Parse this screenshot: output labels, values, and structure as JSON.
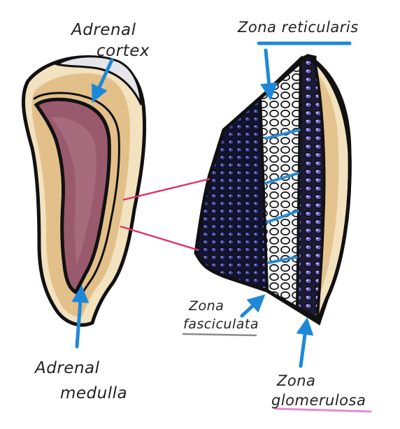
{
  "labels": {
    "adrenal_cortex_line1": "Adrenal",
    "adrenal_cortex_line2": "cortex",
    "adrenal_medulla_line1": "Adrenal",
    "adrenal_medulla_line2": "medulla",
    "zona_reticularis": "Zona reticularis",
    "zona_fasciculata_line1": "Zona",
    "zona_fasciculata_line2": "fasciculata",
    "zona_glomerulosa_line1": "Zona",
    "zona_glomerulosa_line2": "glomerulosa"
  },
  "colors": {
    "arrow_blue": "#1e88d8",
    "connector_pink": "#e0306a",
    "cortex_tan": "#e3c08a",
    "cortex_cream": "#f3e3c4",
    "medulla_maroon": "#9a5a6e",
    "glomerulosa_purple": "#5a4fa8",
    "reticularis_navy": "#2d3270",
    "outline": "#111111",
    "underline_blue": "#1e88d8",
    "underline_pink": "#e58ad4",
    "underline_gray": "#8a8a8a"
  }
}
